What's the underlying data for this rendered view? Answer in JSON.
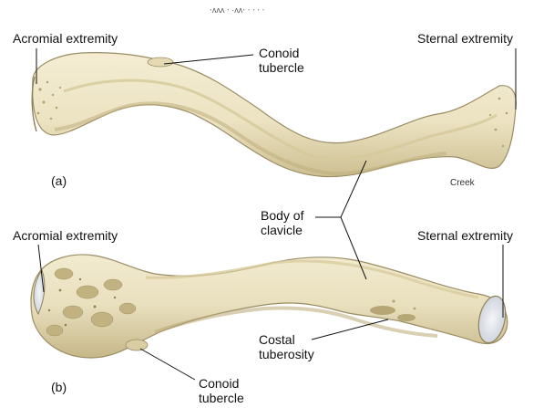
{
  "top_fragment": "‧ᴧᴧᴧ ‧   ·ᴧᴧ‧  ‧ ‧ ‧ ‧",
  "view_a": {
    "panel_label": "(a)",
    "acromial_label": "Acromial extremity",
    "conoid_label_line1": "Conoid",
    "conoid_label_line2": "tubercle",
    "sternal_label": "Sternal extremity",
    "credit": "Creek"
  },
  "shared": {
    "body_label_line1": "Body of",
    "body_label_line2": "clavicle"
  },
  "view_b": {
    "panel_label": "(b)",
    "acromial_label": "Acromial extremity",
    "sternal_label": "Sternal extremity",
    "costal_label_line1": "Costal",
    "costal_label_line2": "tuberosity",
    "conoid_label_line1": "Conoid",
    "conoid_label_line2": "tubercle"
  },
  "colors": {
    "bone_fill": "#ece3c2",
    "bone_shadow": "#c9bb8e",
    "bone_outline": "#9a8c63",
    "cartilage": "#dfe3ea",
    "leader": "#111111"
  }
}
